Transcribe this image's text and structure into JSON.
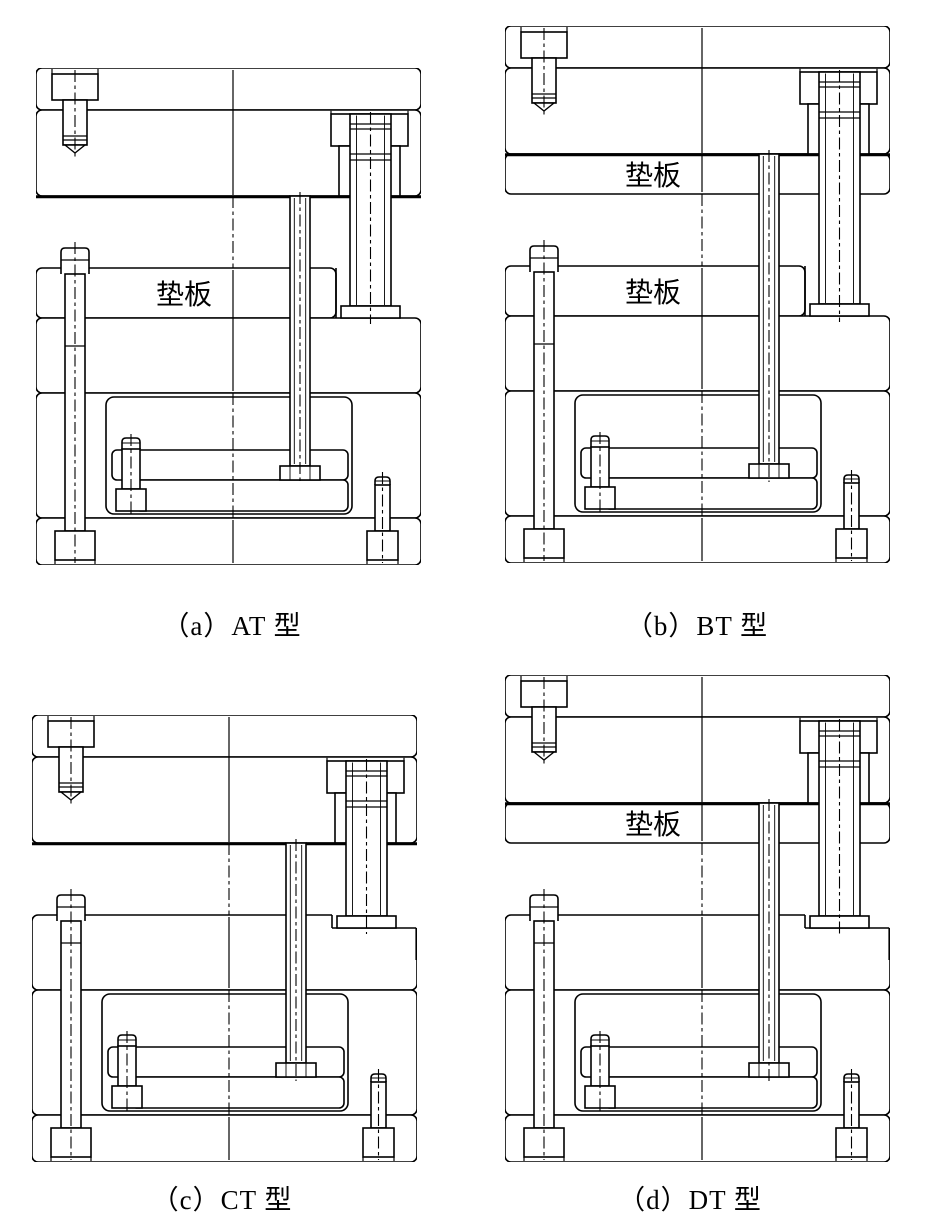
{
  "page": {
    "background": "#ffffff",
    "line_color": "#000000"
  },
  "panels": [
    {
      "id": "a",
      "model": "AT",
      "caption": "（a）AT 型",
      "upper_pad": false,
      "lower_pad": true,
      "pad_label": "垫板"
    },
    {
      "id": "b",
      "model": "BT",
      "caption": "（b）BT 型",
      "upper_pad": true,
      "lower_pad": true,
      "pad_label": "垫板"
    },
    {
      "id": "c",
      "model": "CT",
      "caption": "（c）CT 型",
      "upper_pad": false,
      "lower_pad": false
    },
    {
      "id": "d",
      "model": "DT",
      "caption": "（d）DT 型",
      "upper_pad": true,
      "lower_pad": false,
      "pad_label": "垫板"
    }
  ]
}
